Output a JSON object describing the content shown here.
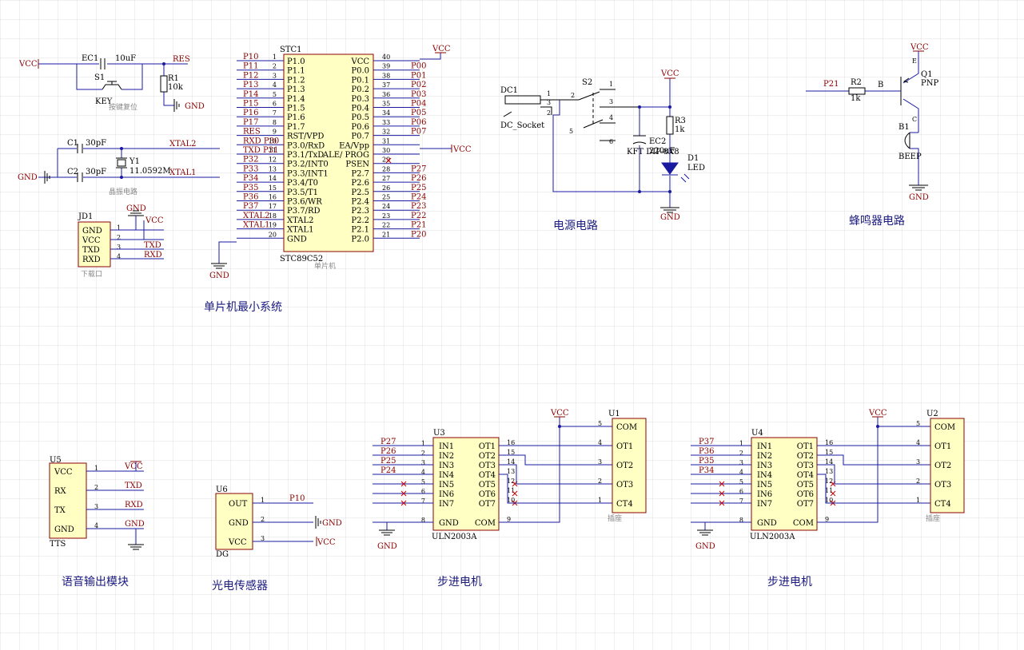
{
  "grid": {
    "color": "#e2e2e2"
  },
  "colors": {
    "wire": "#1a1aa0",
    "netlabel": "#8b0000",
    "chip_fill": "#ffffc4",
    "caption": "#1a1a80"
  },
  "captions": {
    "mcu": "单片机最小系统",
    "power": "电源电路",
    "buzzer": "蜂鸣器电路",
    "tts": "语音输出模块",
    "photo": "光电传感器",
    "stepper1": "步进电机",
    "stepper2": "步进电机"
  },
  "mcu": {
    "ref": "STC1",
    "part": "STC89C52",
    "sub": "单片机",
    "left_pins": [
      {
        "num": "1",
        "name": "P1.0",
        "net": "P10"
      },
      {
        "num": "2",
        "name": "P1.1",
        "net": "P11"
      },
      {
        "num": "3",
        "name": "P1.2",
        "net": "P12"
      },
      {
        "num": "4",
        "name": "P1.3",
        "net": "P13"
      },
      {
        "num": "5",
        "name": "P1.4",
        "net": "P14"
      },
      {
        "num": "6",
        "name": "P1.5",
        "net": "P15"
      },
      {
        "num": "7",
        "name": "P1.6",
        "net": "P16"
      },
      {
        "num": "8",
        "name": "P1.7",
        "net": "P17"
      },
      {
        "num": "9",
        "name": "RST/VPD",
        "net": "RES"
      },
      {
        "num": "10",
        "name": "P3.0/RxD",
        "net": "RXD P30"
      },
      {
        "num": "11",
        "name": "P3.1/TxD",
        "net": "TXD P31"
      },
      {
        "num": "12",
        "name": "P3.2/INT0",
        "net": "P32"
      },
      {
        "num": "13",
        "name": "P3.3/INT1",
        "net": "P33"
      },
      {
        "num": "14",
        "name": "P3.4/T0",
        "net": "P34"
      },
      {
        "num": "15",
        "name": "P3.5/T1",
        "net": "P35"
      },
      {
        "num": "16",
        "name": "P3.6/WR",
        "net": "P36"
      },
      {
        "num": "17",
        "name": "P3.7/RD",
        "net": "P37"
      },
      {
        "num": "18",
        "name": "XTAL2",
        "net": "XTAL2"
      },
      {
        "num": "19",
        "name": "XTAL1",
        "net": "XTAL1"
      },
      {
        "num": "20",
        "name": "GND",
        "net": ""
      }
    ],
    "right_pins": [
      {
        "num": "40",
        "name": "VCC",
        "net": ""
      },
      {
        "num": "39",
        "name": "P0.0",
        "net": "P00"
      },
      {
        "num": "38",
        "name": "P0.1",
        "net": "P01"
      },
      {
        "num": "37",
        "name": "P0.2",
        "net": "P02"
      },
      {
        "num": "36",
        "name": "P0.3",
        "net": "P03"
      },
      {
        "num": "35",
        "name": "P0.4",
        "net": "P04"
      },
      {
        "num": "34",
        "name": "P0.5",
        "net": "P05"
      },
      {
        "num": "33",
        "name": "P0.6",
        "net": "P06"
      },
      {
        "num": "32",
        "name": "P0.7",
        "net": "P07"
      },
      {
        "num": "31",
        "name": "EA/Vpp",
        "net": ""
      },
      {
        "num": "30",
        "name": "ALE/ PROG",
        "net": ""
      },
      {
        "num": "29",
        "name": "PSEN",
        "net": ""
      },
      {
        "num": "28",
        "name": "P2.7",
        "net": "P27"
      },
      {
        "num": "27",
        "name": "P2.6",
        "net": "P26"
      },
      {
        "num": "26",
        "name": "P2.5",
        "net": "P25"
      },
      {
        "num": "25",
        "name": "P2.4",
        "net": "P24"
      },
      {
        "num": "24",
        "name": "P2.3",
        "net": "P23"
      },
      {
        "num": "23",
        "name": "P2.2",
        "net": "P22"
      },
      {
        "num": "22",
        "name": "P2.1",
        "net": "P21"
      },
      {
        "num": "21",
        "name": "P2.0",
        "net": "P20"
      }
    ],
    "gnd": "GND",
    "vcc_top": "VCC",
    "vcc_ea": "VCC"
  },
  "reset": {
    "vcc": "VCC",
    "ec1": "EC1",
    "ec1_val": "10uF",
    "res": "RES",
    "s1": "S1",
    "key": "KEY",
    "r1": "R1",
    "r1_val": "10k",
    "gnd": "GND",
    "desc": "按键复位"
  },
  "crystal": {
    "c1": "C1",
    "c1_val": "30pF",
    "c2": "C2",
    "c2_val": "30pF",
    "y1": "Y1",
    "freq": "11.0592M",
    "xtal2": "XTAL2",
    "xtal1": "XTAL1",
    "gnd": "GND",
    "desc": "晶振电路"
  },
  "jd1": {
    "ref": "JD1",
    "pins": [
      {
        "num": "1",
        "name": "GND",
        "net": "GND"
      },
      {
        "num": "2",
        "name": "VCC",
        "net": "VCC"
      },
      {
        "num": "3",
        "name": "TXD",
        "net": "TXD"
      },
      {
        "num": "4",
        "name": "RXD",
        "net": "RXD"
      }
    ],
    "desc": "下载口"
  },
  "power": {
    "dc1": "DC1",
    "dc_socket": "DC_Socket",
    "s2": "S2",
    "switch": "KFT DIP-8X8",
    "ec2": "EC2",
    "ec2_val": "220uF",
    "r3": "R3",
    "r3_val": "1k",
    "d1": "D1",
    "led": "LED",
    "vcc": "VCC",
    "gnd": "GND",
    "pin_labels": [
      "1",
      "3",
      "2",
      "2",
      "1",
      "3",
      "5",
      "4",
      "6"
    ]
  },
  "buzzer": {
    "vcc": "VCC",
    "q1": "Q1",
    "pnp": "PNP",
    "e": "E",
    "b": "B",
    "c": "C",
    "p21": "P21",
    "r2": "R2",
    "r2_val": "1k",
    "b1": "B1",
    "beep": "BEEP",
    "gnd": "GND"
  },
  "tts": {
    "ref": "U5",
    "part": "TTS",
    "pins": [
      {
        "num": "1",
        "name": "VCC",
        "net": "VCC"
      },
      {
        "num": "2",
        "name": "RX",
        "net": "TXD"
      },
      {
        "num": "3",
        "name": "TX",
        "net": "RXD"
      },
      {
        "num": "4",
        "name": "GND",
        "net": "GND"
      }
    ]
  },
  "photo": {
    "ref": "U6",
    "part": "DG",
    "pins": [
      {
        "num": "1",
        "name": "OUT",
        "net": "P10"
      },
      {
        "num": "2",
        "name": "GND",
        "net": "GND"
      },
      {
        "num": "3",
        "name": "VCC",
        "net": "VCC"
      }
    ]
  },
  "stepper1": {
    "driver": "U3",
    "driver_part": "ULN2003A",
    "socket": "U1",
    "socket_desc": "插座",
    "vcc": "VCC",
    "gnd": "GND",
    "inputs": [
      "P27",
      "P26",
      "P25",
      "P24"
    ],
    "left_pins": [
      {
        "num": "1",
        "name": "IN1"
      },
      {
        "num": "2",
        "name": "IN2"
      },
      {
        "num": "3",
        "name": "IN3"
      },
      {
        "num": "4",
        "name": "IN4"
      },
      {
        "num": "5",
        "name": "IN5"
      },
      {
        "num": "6",
        "name": "IN6"
      },
      {
        "num": "7",
        "name": "IN7"
      },
      {
        "num": "8",
        "name": "GND"
      }
    ],
    "right_pins": [
      {
        "num": "16",
        "name": "OT1"
      },
      {
        "num": "15",
        "name": "OT2"
      },
      {
        "num": "14",
        "name": "OT3"
      },
      {
        "num": "13",
        "name": "OT4"
      },
      {
        "num": "12",
        "name": "OT5"
      },
      {
        "num": "11",
        "name": "OT6"
      },
      {
        "num": "10",
        "name": "OT7"
      },
      {
        "num": "9",
        "name": "COM"
      }
    ],
    "socket_pins": [
      {
        "num": "5",
        "name": "COM"
      },
      {
        "num": "4",
        "name": "OT1"
      },
      {
        "num": "3",
        "name": "OT2"
      },
      {
        "num": "2",
        "name": "OT3"
      },
      {
        "num": "1",
        "name": "CT4"
      }
    ]
  },
  "stepper2": {
    "driver": "U4",
    "driver_part": "ULN2003A",
    "socket": "U2",
    "socket_desc": "插座",
    "vcc": "VCC",
    "gnd": "GND",
    "inputs": [
      "P37",
      "P36",
      "P35",
      "P34"
    ],
    "left_pins": [
      {
        "num": "1",
        "name": "IN1"
      },
      {
        "num": "2",
        "name": "IN2"
      },
      {
        "num": "3",
        "name": "IN3"
      },
      {
        "num": "4",
        "name": "IN4"
      },
      {
        "num": "5",
        "name": "IN5"
      },
      {
        "num": "6",
        "name": "IN6"
      },
      {
        "num": "7",
        "name": "IN7"
      },
      {
        "num": "8",
        "name": "GND"
      }
    ],
    "right_pins": [
      {
        "num": "16",
        "name": "OT1"
      },
      {
        "num": "15",
        "name": "OT2"
      },
      {
        "num": "14",
        "name": "OT3"
      },
      {
        "num": "13",
        "name": "OT4"
      },
      {
        "num": "12",
        "name": "OT5"
      },
      {
        "num": "11",
        "name": "OT6"
      },
      {
        "num": "10",
        "name": "OT7"
      },
      {
        "num": "9",
        "name": "COM"
      }
    ],
    "socket_pins": [
      {
        "num": "5",
        "name": "COM"
      },
      {
        "num": "4",
        "name": "OT1"
      },
      {
        "num": "3",
        "name": "OT2"
      },
      {
        "num": "2",
        "name": "OT3"
      },
      {
        "num": "1",
        "name": "CT4"
      }
    ]
  }
}
